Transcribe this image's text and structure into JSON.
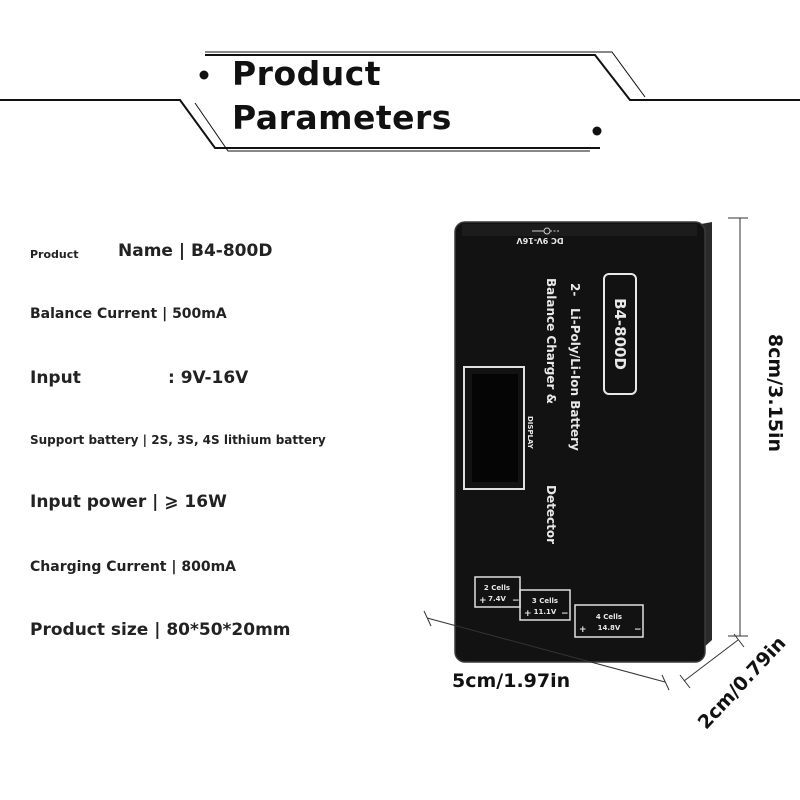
{
  "header": {
    "title_line1": "Product",
    "title_line2": "Parameters"
  },
  "specs": {
    "name_label": "Product",
    "name_value": "Name | B4-800D",
    "balance_current": "Balance Current | 500mA",
    "input_label": "Input",
    "input_value": ": 9V-16V",
    "support_battery": "Support battery | 2S, 3S, 4S lithium battery",
    "input_power": "Input power | ⩾ 16W",
    "charging_current": "Charging Current | 800mA",
    "product_size": "Product size | 80*50*20mm"
  },
  "device": {
    "model": "B4-800D",
    "dc_label": "DC 9V-16V",
    "line_prefix": "2-",
    "line1": "Li-Poly/Li-Ion Battery",
    "line2": "Balance Charger &",
    "line3": "Detector",
    "display_label": "DISPLAY",
    "ports": [
      {
        "cells": "2 Cells",
        "voltage": "7.4V"
      },
      {
        "cells": "3 Cells",
        "voltage": "11.1V"
      },
      {
        "cells": "4 Cells",
        "voltage": "14.8V"
      }
    ]
  },
  "dimensions": {
    "height": "8cm/3.15in",
    "width": "5cm/1.97in",
    "depth": "2cm/0.79in"
  },
  "colors": {
    "device_body": "#121212",
    "device_edge": "#2b2b2b",
    "label_text": "#e8e8e8",
    "text": "#222222"
  }
}
